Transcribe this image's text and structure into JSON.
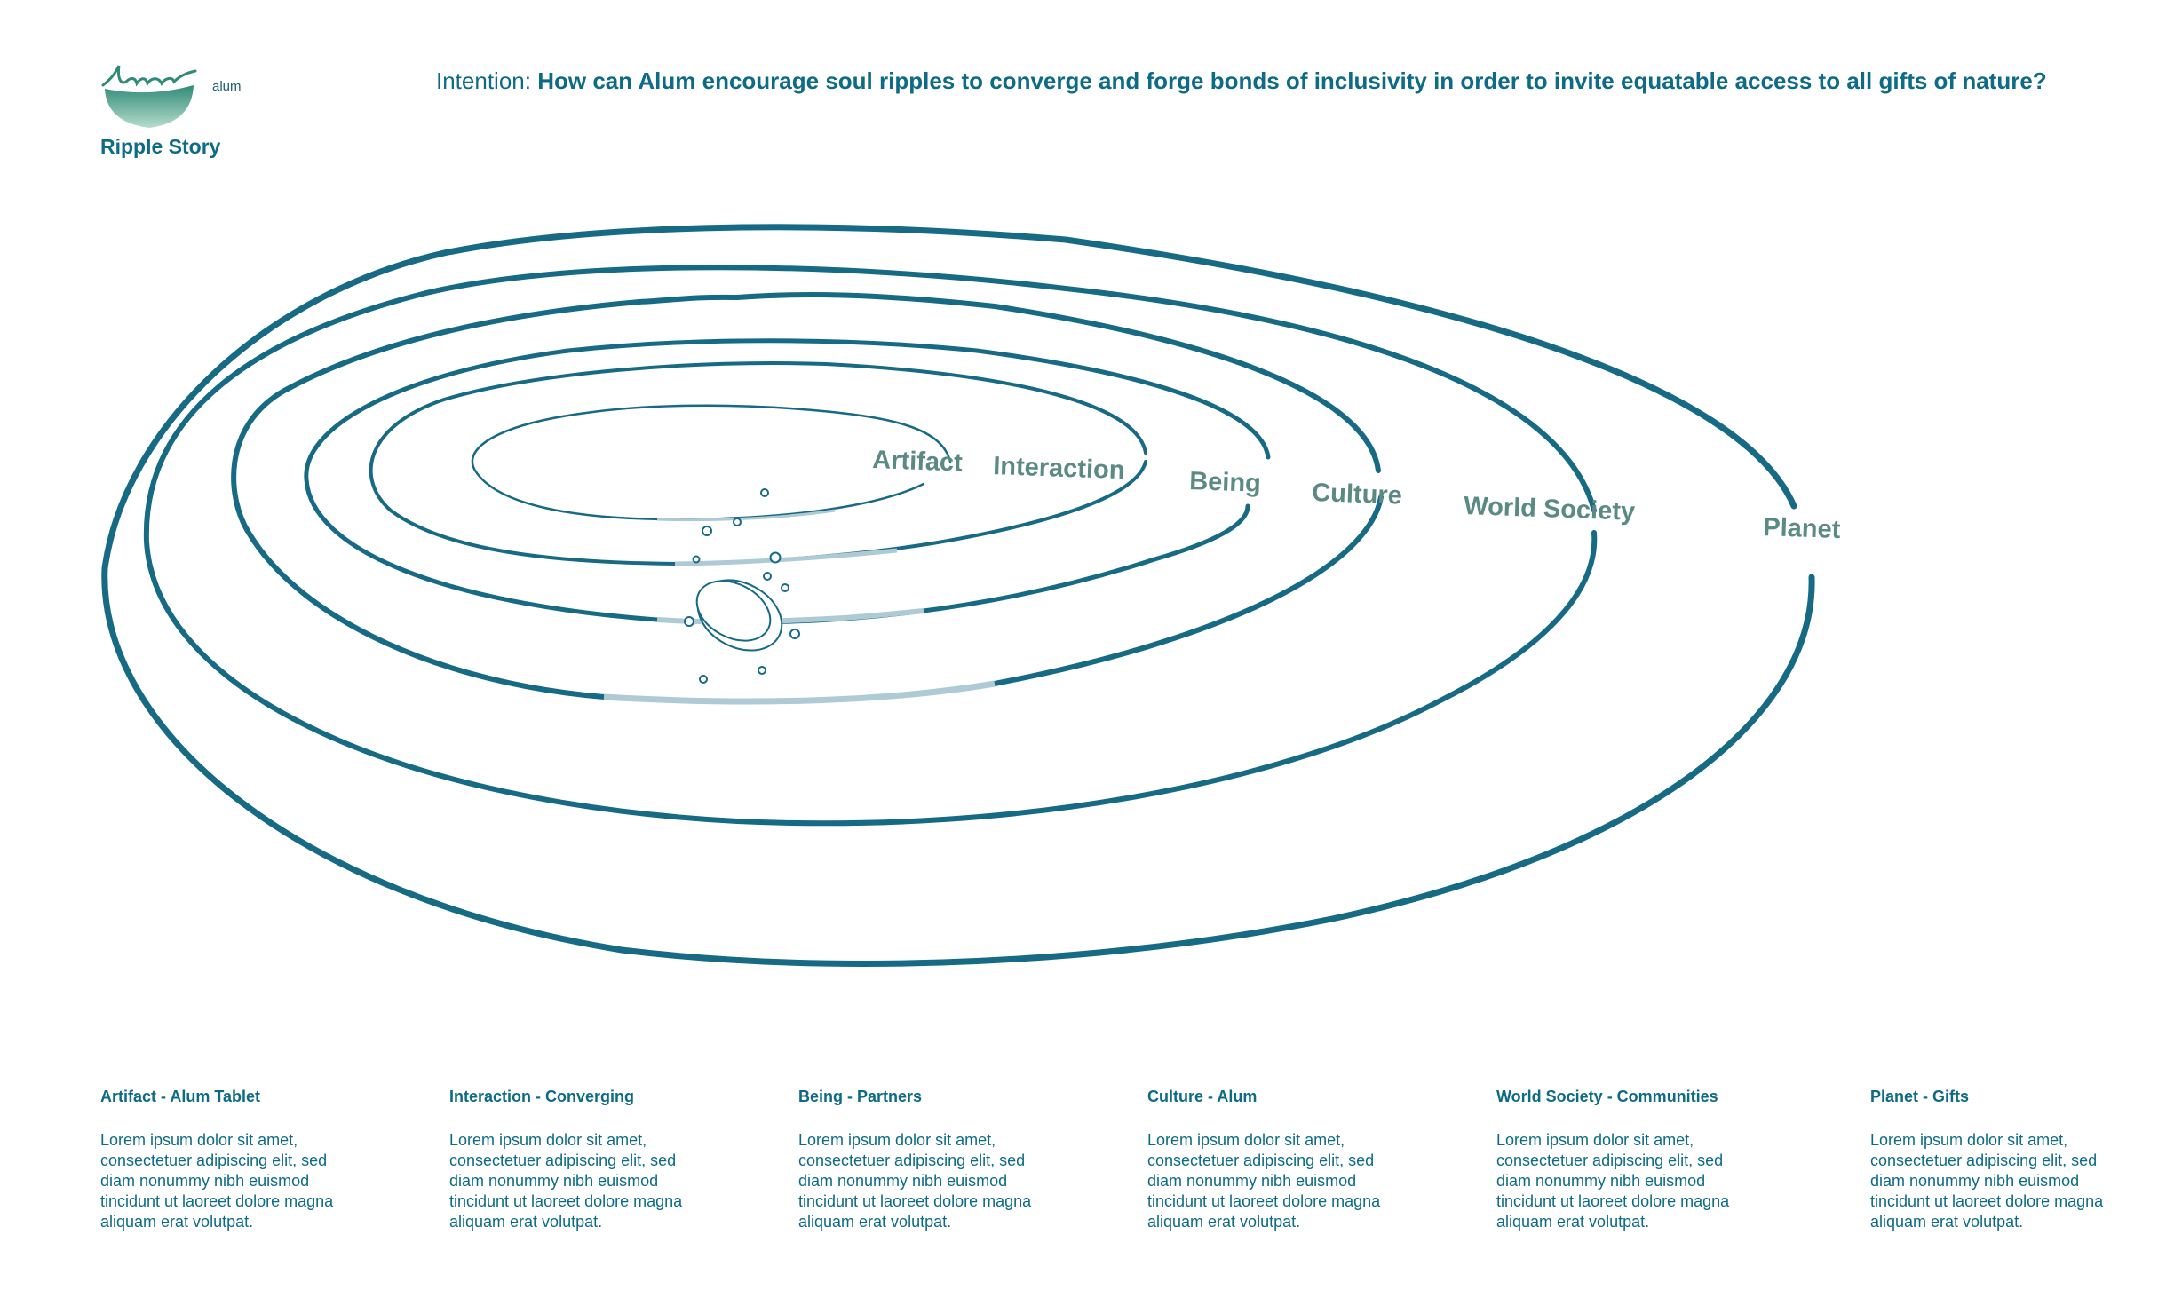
{
  "header": {
    "logo_text": "alum",
    "brand_small": "alum",
    "page_title": "Ripple Story",
    "intention_prefix": "Intention:",
    "intention_question": "How can Alum encourage soul ripples to converge and forge bonds of inclusivity in order to invite equatable access to all gifts of nature?"
  },
  "rings": [
    {
      "label": "Artifact"
    },
    {
      "label": "Interaction"
    },
    {
      "label": "Being"
    },
    {
      "label": "Culture"
    },
    {
      "label": "World Society"
    },
    {
      "label": "Planet"
    }
  ],
  "cards": [
    {
      "title": "Artifact - Alum Tablet",
      "body": "Lorem ipsum dolor sit amet, consectetuer adipiscing elit, sed diam nonummy nibh euismod tincidunt ut laoreet dolore magna aliquam erat volutpat."
    },
    {
      "title": "Interaction - Converging",
      "body": "Lorem ipsum dolor sit amet, consectetuer adipiscing elit, sed diam nonummy nibh euismod tincidunt ut laoreet dolore magna aliquam erat volutpat."
    },
    {
      "title": "Being - Partners",
      "body": "Lorem ipsum dolor sit amet, consectetuer adipiscing elit, sed diam nonummy nibh euismod tincidunt ut laoreet dolore magna aliquam erat volutpat."
    },
    {
      "title": "Culture - Alum",
      "body": "Lorem ipsum dolor sit amet, consectetuer adipiscing elit, sed diam nonummy nibh euismod tincidunt ut laoreet dolore magna aliquam erat volutpat."
    },
    {
      "title": "World Society - Communities",
      "body": "Lorem ipsum dolor sit amet, consectetuer adipiscing elit, sed diam nonummy nibh euismod tincidunt ut laoreet dolore magna aliquam erat volutpat."
    },
    {
      "title": "Planet - Gifts",
      "body": "Lorem ipsum dolor sit amet, consectetuer adipiscing elit, sed diam nonummy nibh euismod tincidunt ut laoreet dolore magna aliquam erat volutpat."
    }
  ],
  "colors": {
    "primary": "#0e6b86",
    "ring_stroke": "#176a84",
    "ring_label": "#5a8a83",
    "faded_segment": "#aecad5",
    "logo_gradient_top": "#2f8b76",
    "logo_gradient_bottom": "#a8d2c2"
  }
}
